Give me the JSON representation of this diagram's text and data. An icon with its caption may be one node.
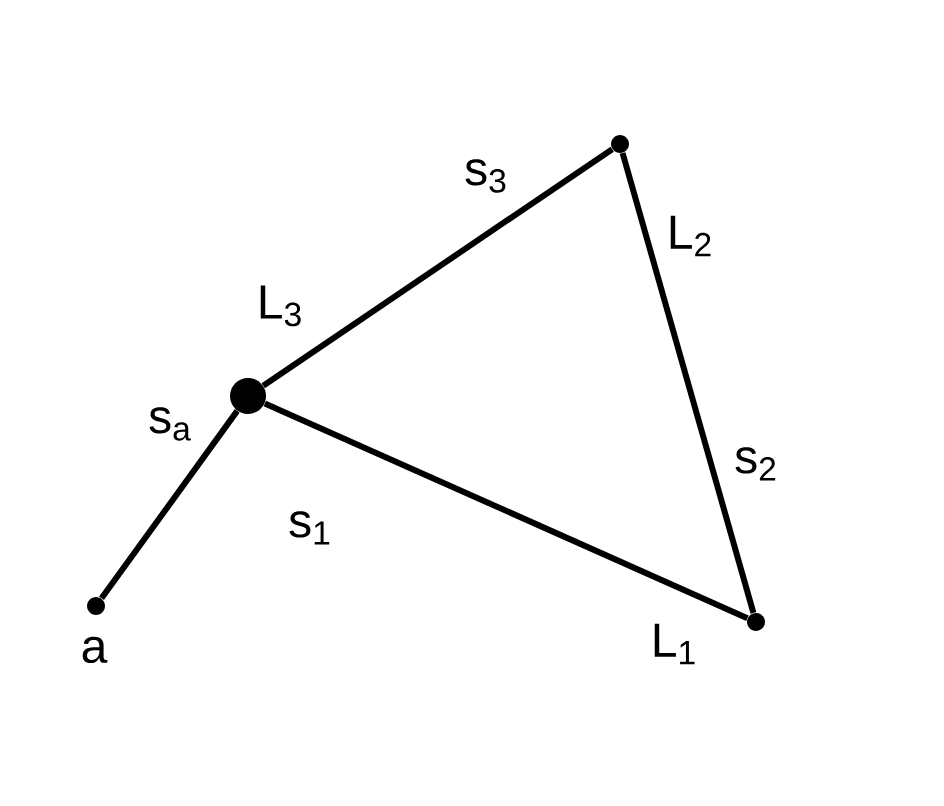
{
  "diagram": {
    "nodes": [
      {
        "text": [],
        "shape": "circle",
        "beside": [
          "a"
        ]
      },
      {
        "text": [],
        "shape": "circle"
      },
      {
        "text": [],
        "shape": "circle"
      },
      {
        "text": [],
        "shape": "circle"
      }
    ],
    "edges": [
      {
        "from": 0,
        "to": 1,
        "arrow": "none",
        "label": "s$_{a}$"
      },
      {
        "from": 1,
        "to": 3,
        "arrow": "none",
        "label": "s$_{1}$"
      },
      {
        "from": 3,
        "to": 2,
        "arrow": "none",
        "label": "s$_{2}$"
      },
      {
        "from": 2,
        "to": 1,
        "arrow": "none",
        "label": "s$_{3}$"
      }
    ],
    "labels": [
      "L$_{3}$",
      "L$_{2}$",
      "L$_{1}$"
    ]
  }
}
